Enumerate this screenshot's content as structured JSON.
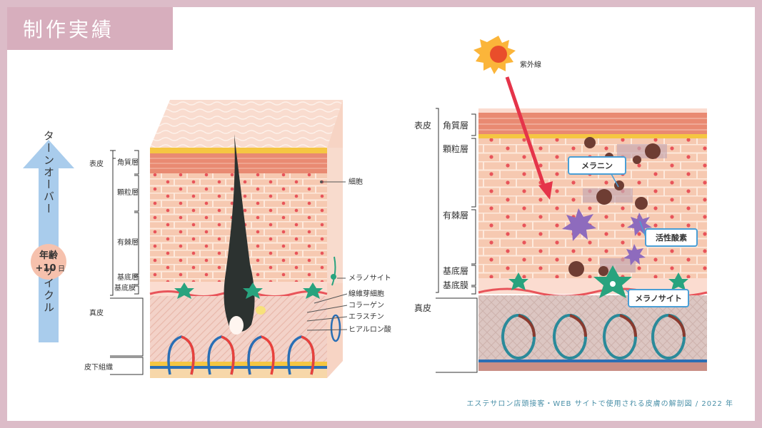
{
  "banner": {
    "title": "制作実績"
  },
  "colors": {
    "frame": "#dcbcc8",
    "banner": "#d7aebd",
    "skin": "#f6c9b1",
    "horny": "#e98a72",
    "dermis": "#f3d2c8",
    "sun": "#e94e2b",
    "arrow": "#e5344a",
    "melanin": "#6e3d33",
    "radical": "#8e6bbd",
    "melanocyte": "#28a37e",
    "artery": "#e8413c",
    "vein": "#2a6fb5",
    "arrowBlue": "#a9ccec",
    "callout": "#4a9fd6"
  },
  "left": {
    "turnover": {
      "top": "ターンオーバー",
      "age": "年齢",
      "plus": "+10",
      "unit": "日",
      "bottom": "サイクル"
    },
    "layers": {
      "epidermis": "表皮",
      "horny": "角質層",
      "granular": "顆粒層",
      "spinous": "有棘層",
      "basal": "基底層",
      "membrane": "基底膜",
      "dermis": "真皮",
      "subcutis": "皮下組織"
    },
    "parts": {
      "cell": "細胞",
      "melanocyte": "メラノサイト",
      "fibroblast": "線維芽細胞",
      "collagen": "コラーゲン",
      "elastin": "エラスチン",
      "hyaluronic": "ヒアルロン酸"
    }
  },
  "right": {
    "uv": "紫外線",
    "layers": {
      "epidermis": "表皮",
      "horny": "角質層",
      "granular": "顆粒層",
      "spinous": "有棘層",
      "basal": "基底層",
      "membrane": "基底膜",
      "dermis": "真皮"
    },
    "callouts": {
      "melanin": "メラニン",
      "radical": "活性酸素",
      "melanocyte": "メラノサイト"
    }
  },
  "footer": "エステサロン店頭接客・WEB サイトで使用される皮膚の解剖図 / 2022 年"
}
